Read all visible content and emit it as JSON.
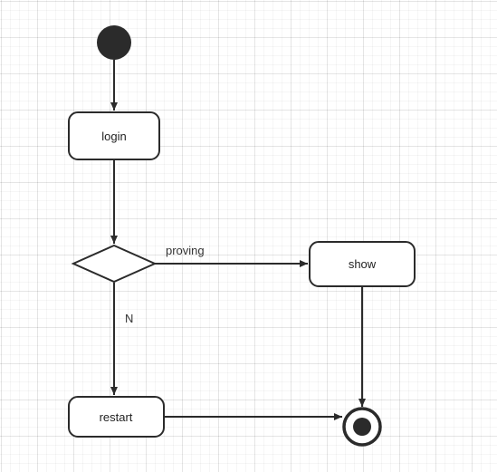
{
  "diagram": {
    "nodes": {
      "login": {
        "label": "login"
      },
      "show": {
        "label": "show"
      },
      "restart": {
        "label": "restart"
      }
    },
    "edges": {
      "proving": {
        "label": "proving"
      },
      "no": {
        "label": "N"
      }
    }
  },
  "colors": {
    "stroke": "#2b2b2b",
    "fill": "#ffffff",
    "solid": "#2b2b2b"
  }
}
